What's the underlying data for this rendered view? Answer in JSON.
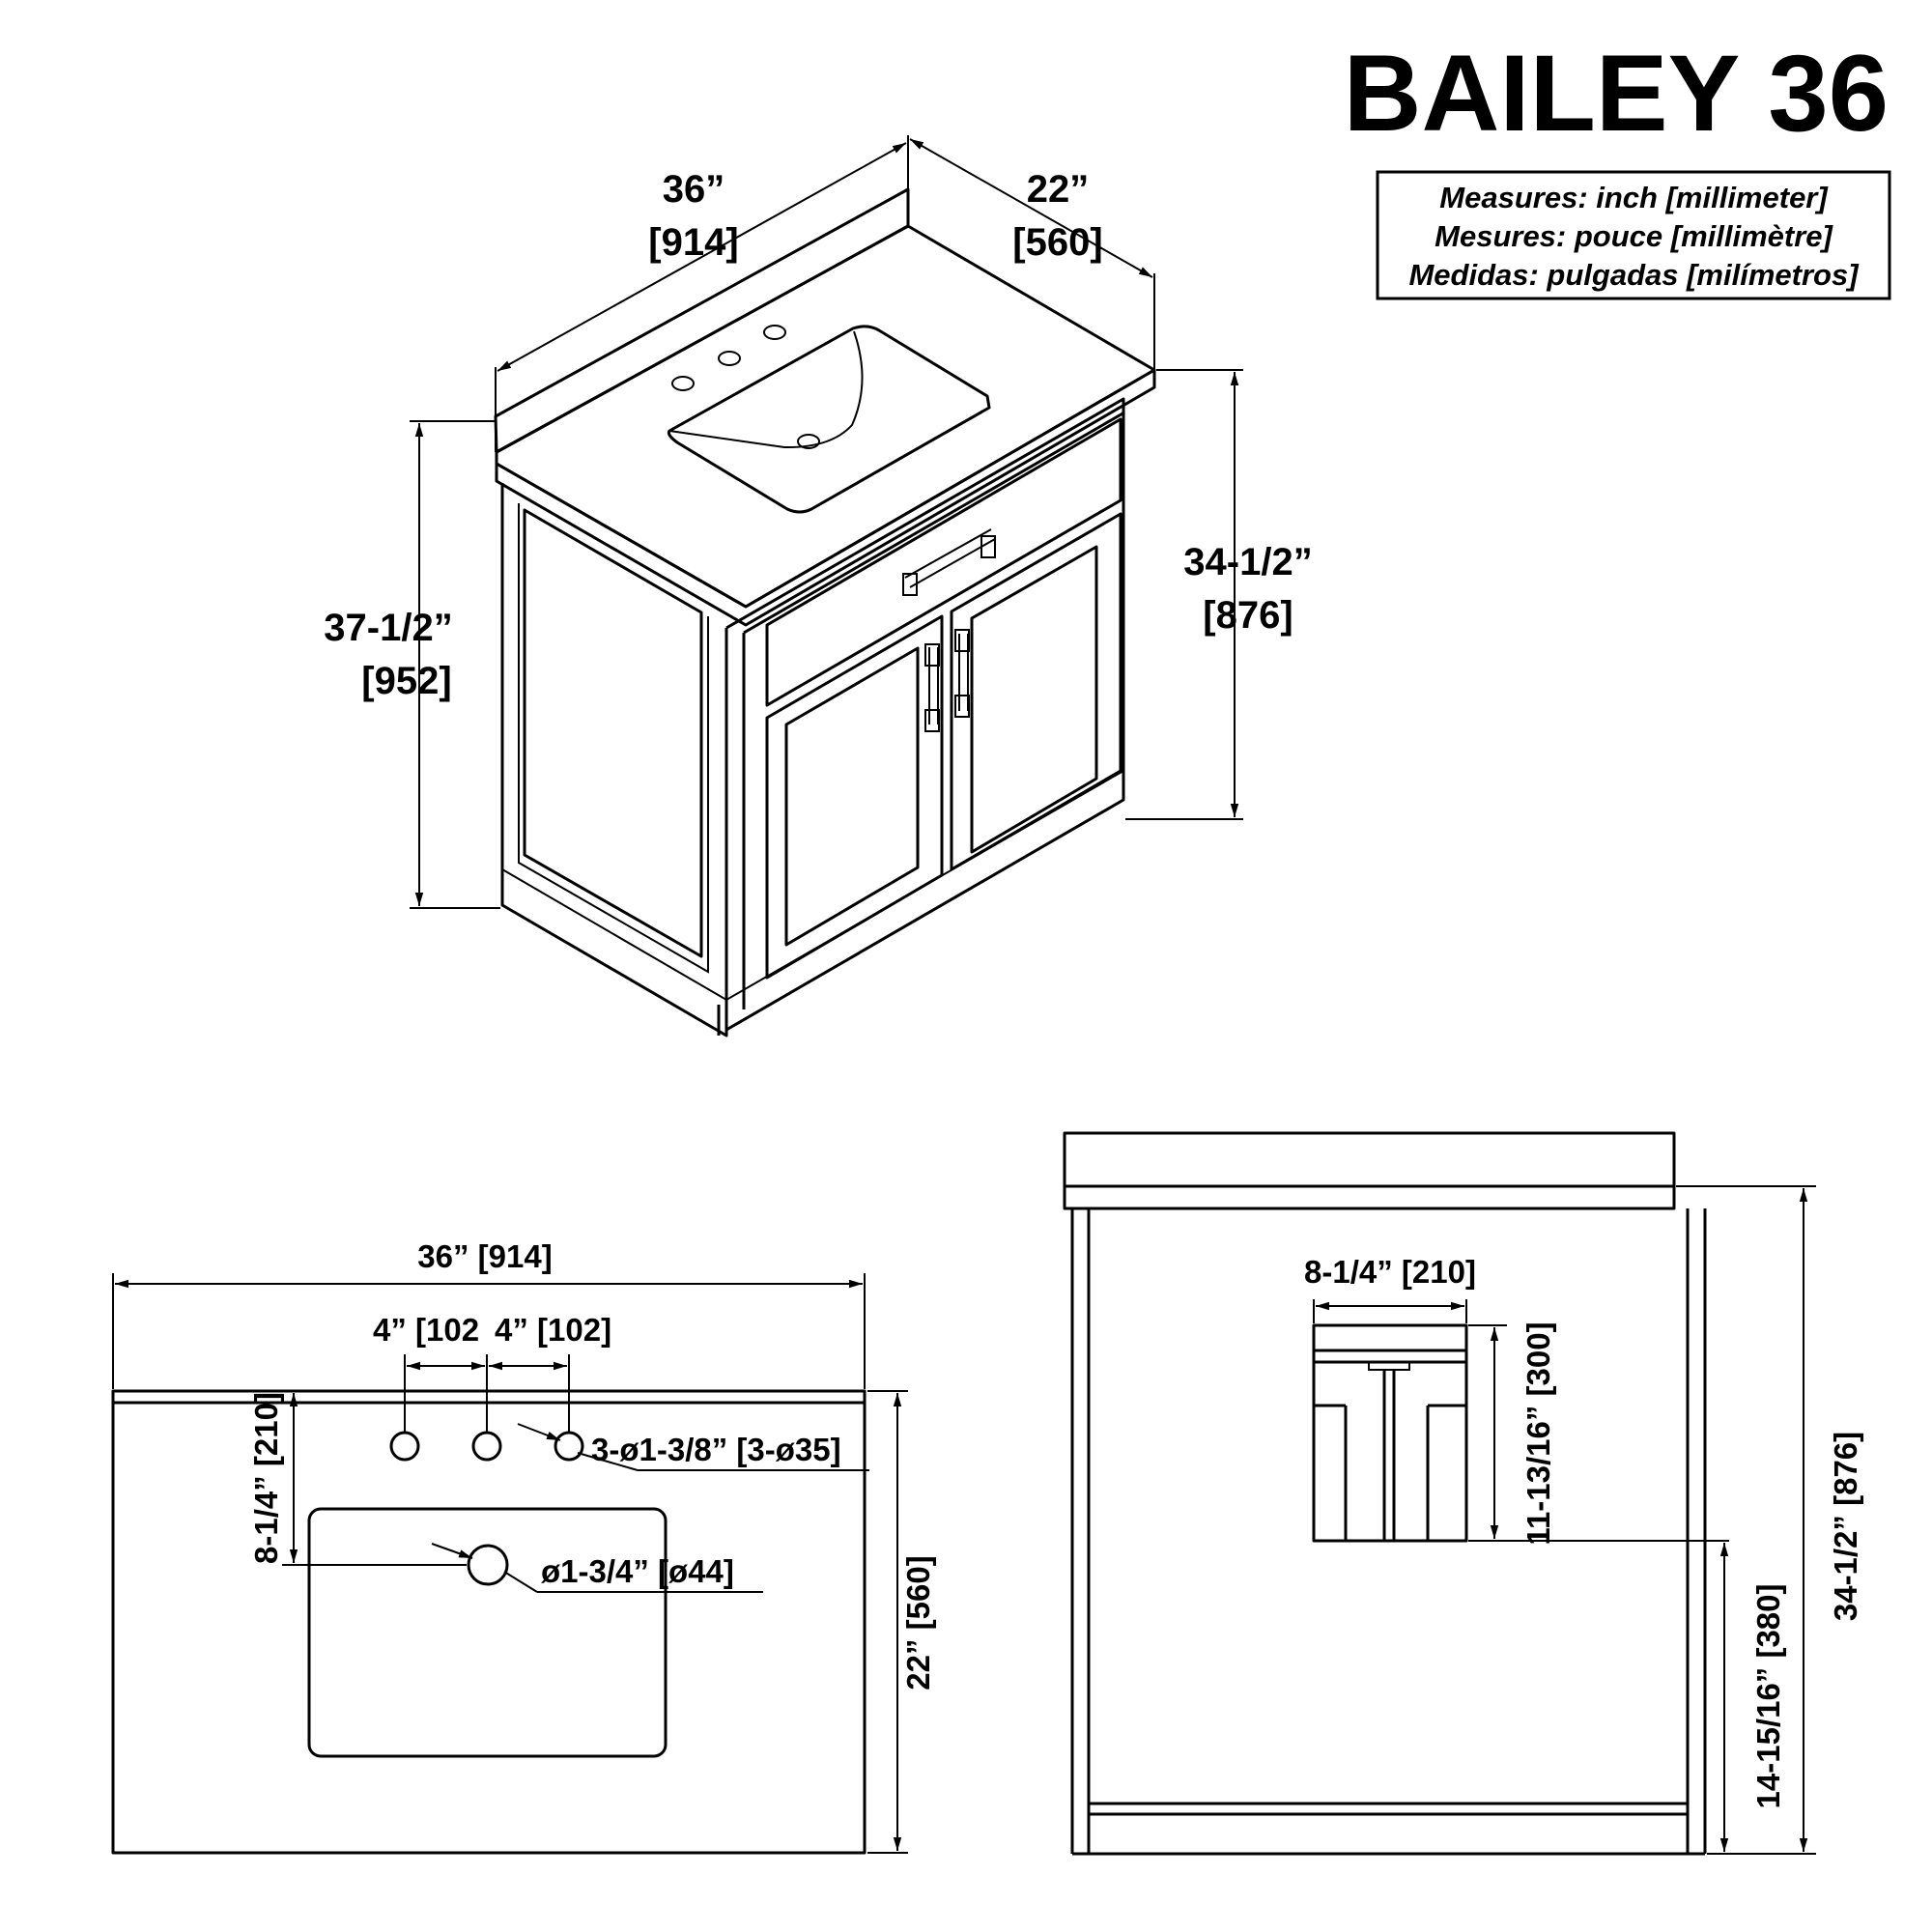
{
  "title": "BAILEY 36",
  "units_box": {
    "line1": "Measures: inch [millimeter]",
    "line2": "Mesures: pouce [millimètre]",
    "line3": "Medidas: pulgadas [milímetros]"
  },
  "iso_view": {
    "width_in": "36”",
    "width_mm": "[914]",
    "depth_in": "22”",
    "depth_mm": "[560]",
    "total_height_in": "37-1/2”",
    "total_height_mm": "[952]",
    "cabinet_height_in": "34-1/2”",
    "cabinet_height_mm": "[876]"
  },
  "top_view": {
    "width": "36” [914]",
    "hole_spacing_1": "4” [102",
    "hole_spacing_2": "4” [102]",
    "hole_callout": "3-ø1-3/8” [3-ø35]",
    "drain_callout": "ø1-3/4” [ø44]",
    "drain_offset": "8-1/4” [210]",
    "depth": "22” [560]"
  },
  "front_view": {
    "drain_width": "8-1/4” [210]",
    "drain_height": "11-13/16” [300]",
    "drain_from_floor": "14-15/16” [380]",
    "cabinet_height": "34-1/2” [876]"
  }
}
